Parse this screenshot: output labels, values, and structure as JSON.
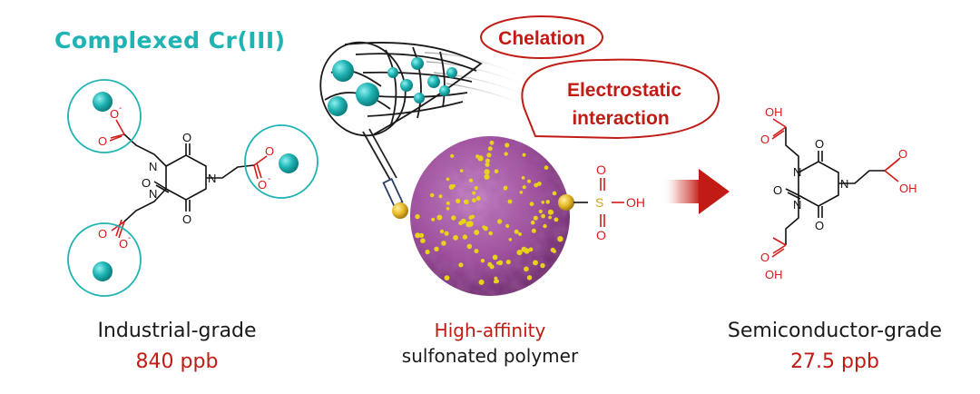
{
  "left": {
    "heading": "Complexed  Cr(III)",
    "grade": "Industrial-grade",
    "concentration": "840 ppb"
  },
  "middle": {
    "label_line1": "High-affinity",
    "label_line2": "sulfonated polymer",
    "bubble_chelation": "Chelation",
    "bubble_electrostatic_line1": "Electrostatic",
    "bubble_electrostatic_line2": "interaction"
  },
  "right": {
    "grade": "Semiconductor-grade",
    "concentration": "27.5 ppb"
  },
  "atoms": {
    "O": "O",
    "N": "N",
    "S": "S",
    "OH": "OH",
    "O_minus": "O",
    "minus": "-"
  },
  "colors": {
    "teal": "#1fb3b3",
    "red": "#c01b14",
    "purple": "#a04f9e",
    "yellow": "#e8d21a"
  }
}
